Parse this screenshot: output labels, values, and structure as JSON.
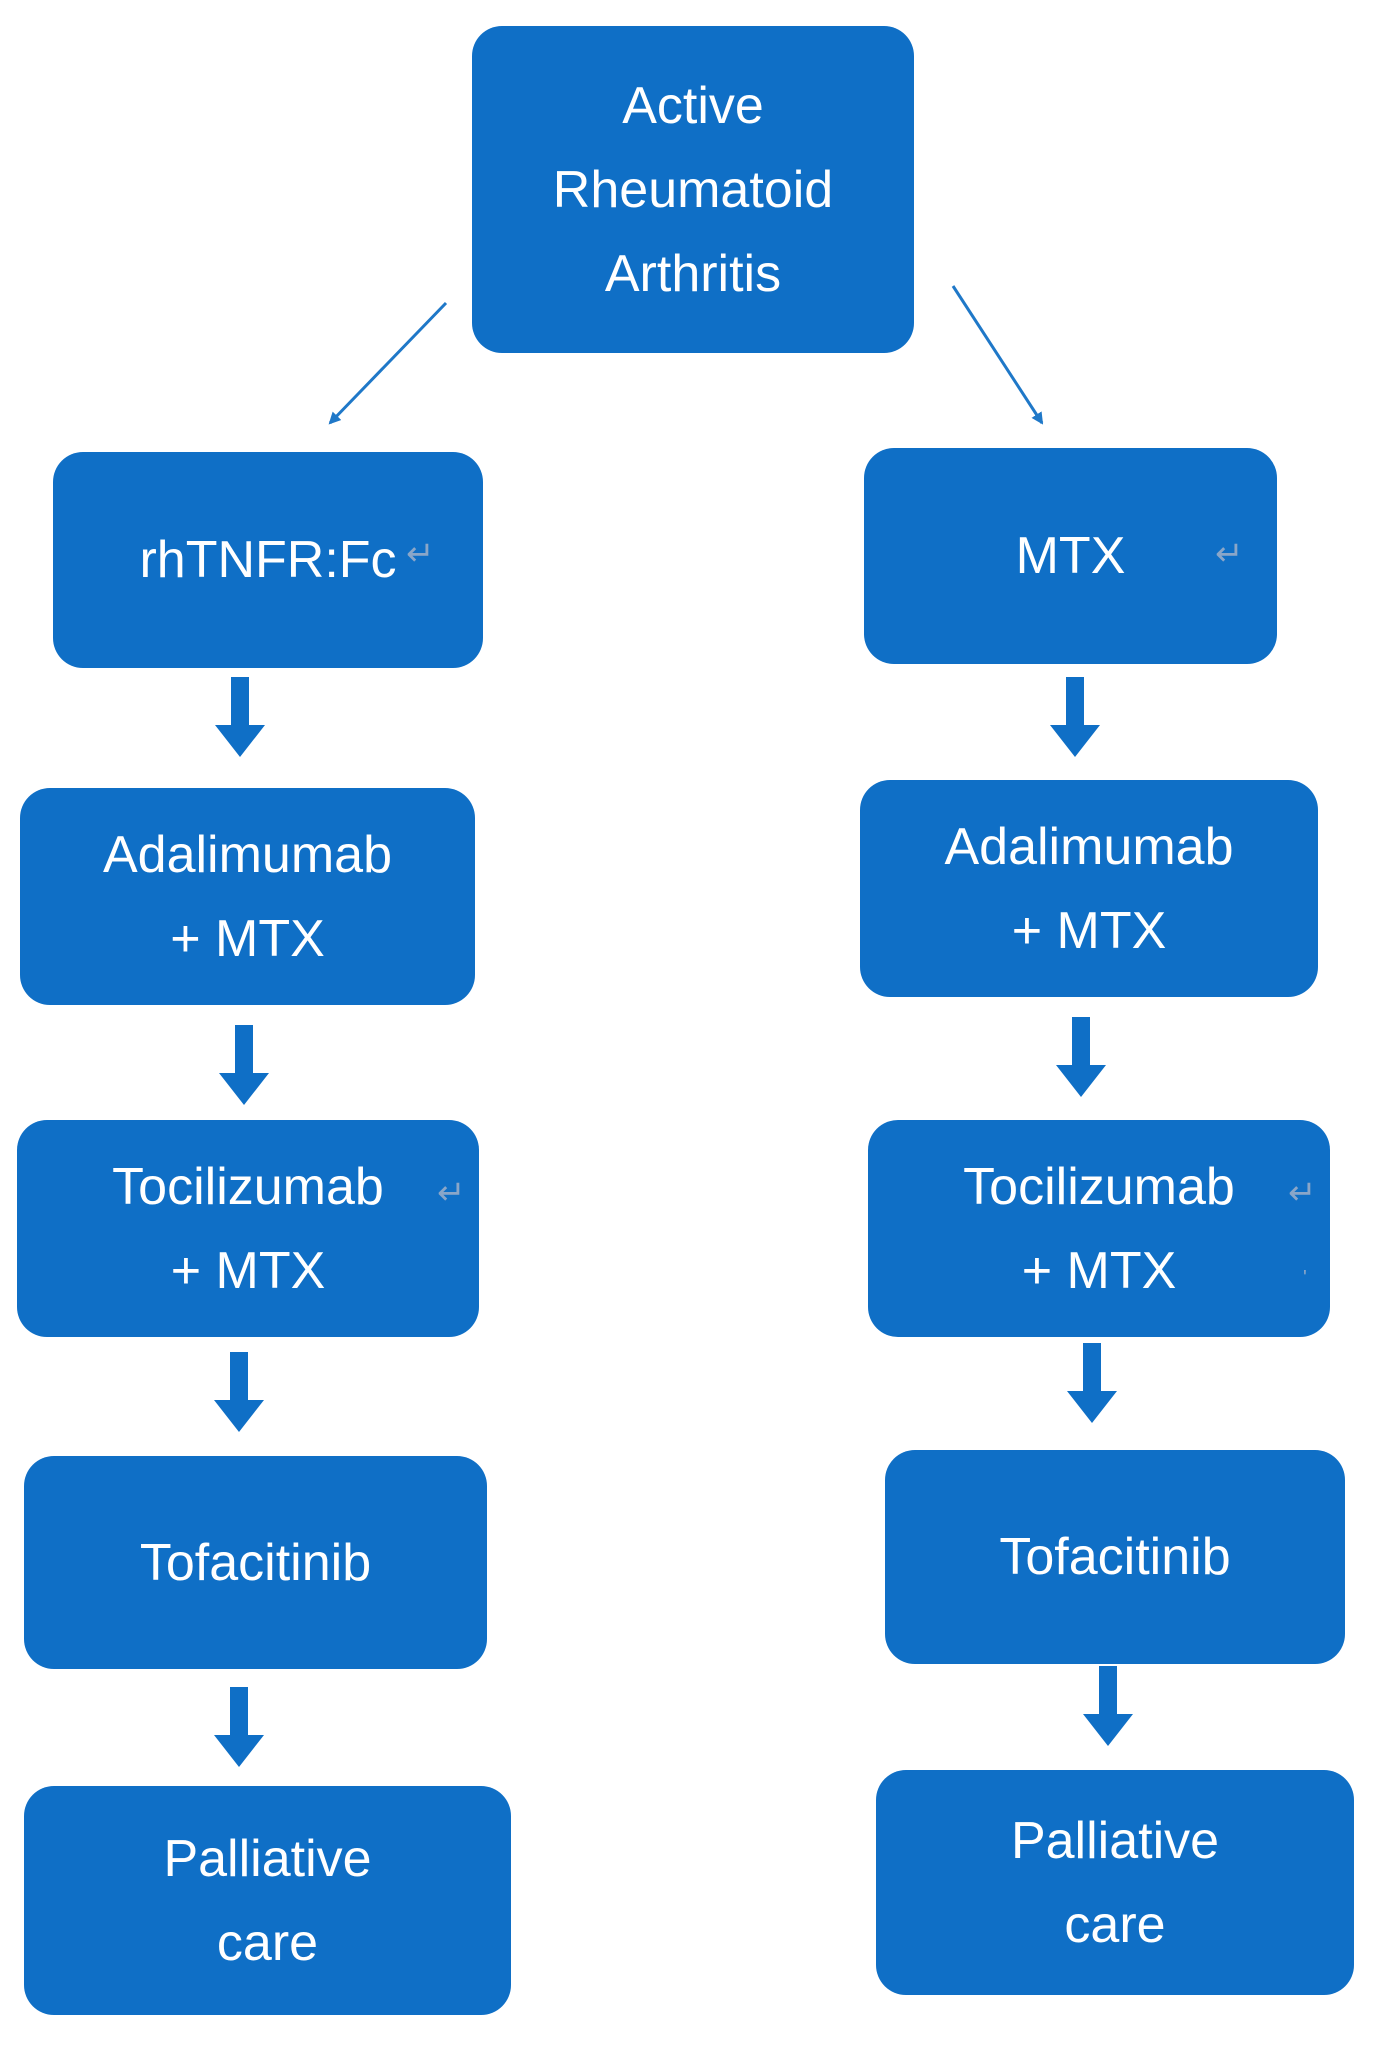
{
  "colors": {
    "node_fill": "#0f6fc6",
    "node_text": "#ffffff",
    "arrow": "#0f6fc6",
    "return_mark": "#8aa6c8"
  },
  "marks": {
    "return_glyph": "↵"
  },
  "root": {
    "lines": [
      "Active",
      "Rheumatoid",
      "Arthritis"
    ]
  },
  "left_branch": {
    "steps": [
      {
        "lines": [
          "rhTNFR:Fc"
        ]
      },
      {
        "lines": [
          "Adalimumab",
          "+ MTX"
        ]
      },
      {
        "lines": [
          "Tocilizumab",
          "+ MTX"
        ]
      },
      {
        "lines": [
          "Tofacitinib"
        ]
      },
      {
        "lines": [
          "Palliative",
          "care"
        ]
      }
    ]
  },
  "right_branch": {
    "steps": [
      {
        "lines": [
          "MTX"
        ]
      },
      {
        "lines": [
          "Adalimumab",
          "+ MTX"
        ]
      },
      {
        "lines": [
          "Tocilizumab",
          "+ MTX"
        ]
      },
      {
        "lines": [
          "Tofacitinib"
        ]
      },
      {
        "lines": [
          "Palliative",
          "care"
        ]
      }
    ]
  }
}
